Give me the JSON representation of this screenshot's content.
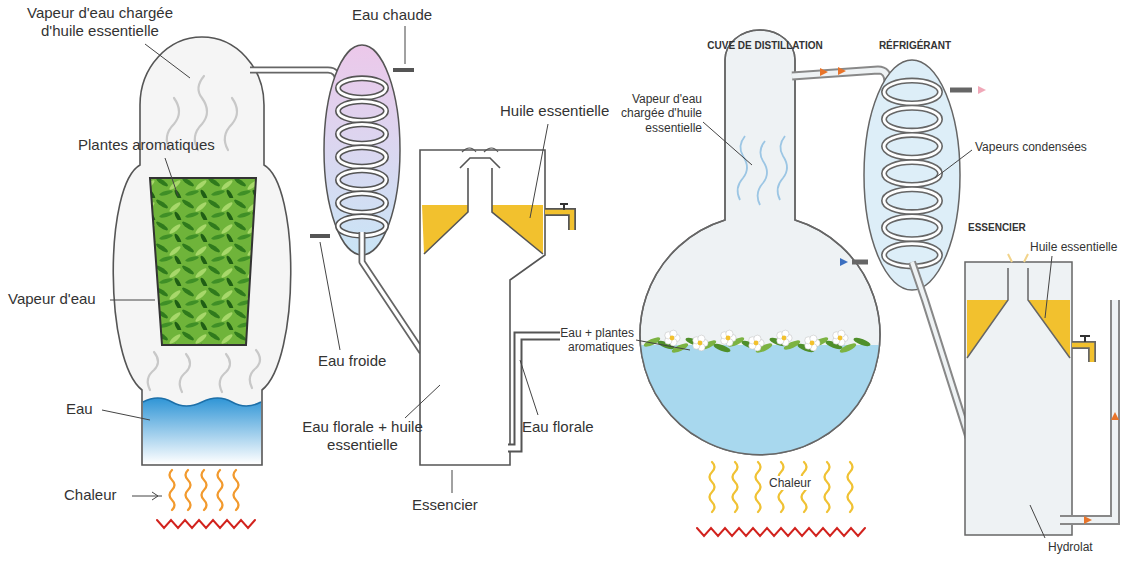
{
  "diagram": {
    "labels": [
      "Vapeur d'eau chargée d'huile essentielle",
      "Eau chaude",
      "Plantes aromatiques",
      "Huile essentielle",
      "Vapeur d'eau",
      "Eau froide",
      "Eau",
      "Eau florale + huile essentielle",
      "Eau florale",
      "Chaleur",
      "Essencier",
      "CUVE DE DISTILLATION",
      "RÉFRIGÉRANT",
      "Vapeur d'eau chargée d'huile essentielle",
      "Vapeurs condensées",
      "ESSENCIER",
      "Huile essentielle",
      "Eau + plantes aromatiques",
      "Chaleur",
      "Hydrolat"
    ]
  }
}
